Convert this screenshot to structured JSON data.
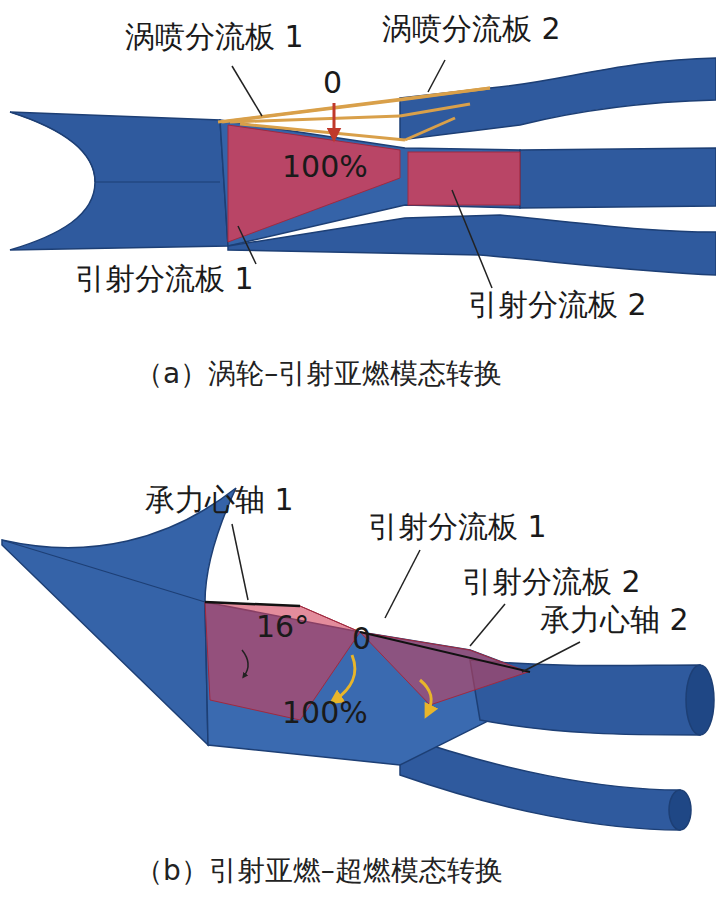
{
  "diagram": {
    "labels": [
      "涡喷分流板 1",
      "涡喷分流板 2",
      "0",
      "100%",
      "引射分流板 1",
      "引射分流板 2",
      "（a）涡轮–引射亚燃模态转换",
      "承力心轴 1",
      "引射分流板 1",
      "引射分流板 2",
      "承力心轴 2",
      "16°",
      "0",
      "100%",
      "（b）引射亚燃–超燃模态转换"
    ]
  }
}
